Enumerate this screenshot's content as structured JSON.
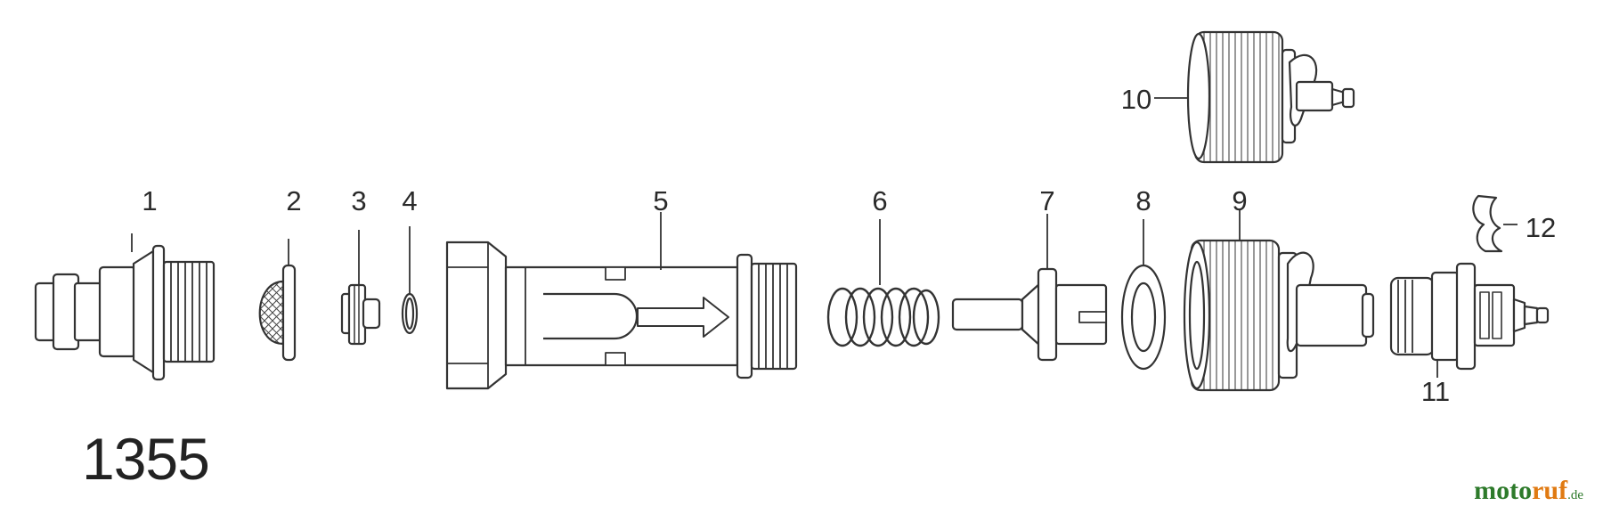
{
  "labels": {
    "p1": "1",
    "p2": "2",
    "p3": "3",
    "p4": "4",
    "p5": "5",
    "p6": "6",
    "p7": "7",
    "p8": "8",
    "p9": "9",
    "p10": "10",
    "p11": "11",
    "p12": "12"
  },
  "model_number": "1355",
  "watermark": {
    "part1": "moto",
    "part2": "ruf",
    "part3": ".de"
  },
  "colors": {
    "line": "#333333",
    "fill": "#ffffff",
    "shade": "#d9d9d9",
    "brand_green": "#2d7a2a",
    "brand_orange": "#e07a12"
  }
}
